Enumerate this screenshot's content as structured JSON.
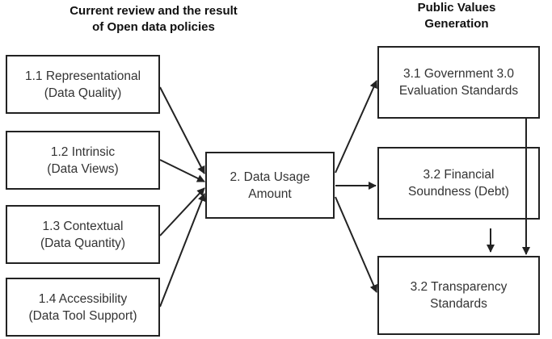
{
  "headers": {
    "left": [
      "Current review and the result",
      "of Open data policies"
    ],
    "right": [
      "Public Values",
      "Generation"
    ]
  },
  "inputs": [
    {
      "id": "1.1",
      "lines": [
        "1.1 Representational",
        "(Data Quality)"
      ]
    },
    {
      "id": "1.2",
      "lines": [
        "1.2 Intrinsic",
        "(Data Views)"
      ]
    },
    {
      "id": "1.3",
      "lines": [
        "1.3 Contextual",
        "(Data Quantity)"
      ]
    },
    {
      "id": "1.4",
      "lines": [
        "1.4 Accessibility",
        "(Data Tool Support)"
      ]
    }
  ],
  "middle": {
    "id": "2",
    "lines": [
      "2. Data Usage",
      "Amount"
    ]
  },
  "outputs": [
    {
      "id": "3.1",
      "lines": [
        "3.1 Government 3.0",
        "Evaluation Standards"
      ]
    },
    {
      "id": "3.2a",
      "lines": [
        "3.2 Financial",
        "Soundness (Debt)"
      ]
    },
    {
      "id": "3.2b",
      "lines": [
        "3.2 Transparency",
        "Standards"
      ]
    }
  ],
  "colors": {
    "line": "#222222",
    "text": "#333333",
    "background": "#ffffff"
  }
}
